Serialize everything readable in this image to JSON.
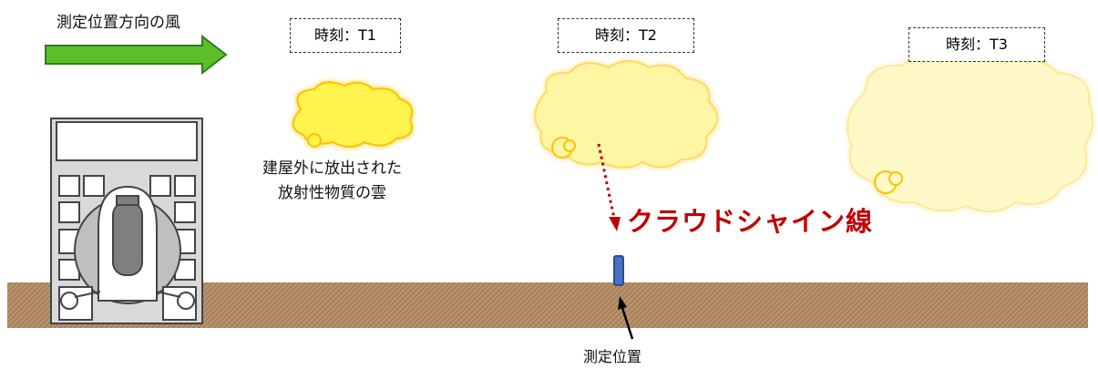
{
  "wind": {
    "label": "測定位置方向の風"
  },
  "times": [
    {
      "label": "時刻：T1"
    },
    {
      "label": "時刻：T2"
    },
    {
      "label": "時刻：T3"
    }
  ],
  "cloud_caption": {
    "line1": "建屋外に放出された",
    "line2": "放射性物質の雲"
  },
  "radiation_label": "クラウドシャイン線",
  "measurement_label": "測定位置",
  "colors": {
    "arrow_green": "#5cbf2a",
    "cloud_t1": "#fff34d",
    "cloud_t2": "#fff6a3",
    "cloud_t3": "#fff9c8",
    "cloud_glow": "#ffc000",
    "ground": "#b9926a",
    "radiation_red": "#c00000",
    "sensor_blue": "#4472c4"
  }
}
